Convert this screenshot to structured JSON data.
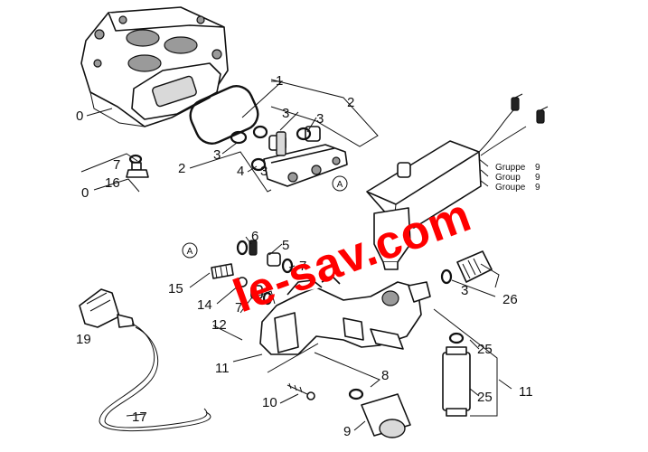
{
  "watermark": "le-sav.com",
  "circle_label": "A",
  "group_labels": [
    {
      "text": "Gruppe",
      "num": "9"
    },
    {
      "text": "Group",
      "num": "9"
    },
    {
      "text": "Groupe",
      "num": "9"
    }
  ],
  "callouts": {
    "c0a": "0",
    "c0b": "0",
    "c1": "1",
    "c2a": "2",
    "c2b": "2",
    "c3a": "3",
    "c3b": "3",
    "c3c": "3",
    "c3d": "3",
    "c4": "4",
    "c16": "16",
    "c7a": "7",
    "c6": "6",
    "c5": "5",
    "c7b": "7",
    "c15": "15",
    "c14": "14",
    "c7c": "7",
    "c12": "12",
    "c11a": "11",
    "c3e": "3",
    "c26": "26",
    "c19": "19",
    "c25a": "25",
    "c25b": "25",
    "c11b": "11",
    "c8": "8",
    "c10": "10",
    "c17": "17",
    "c9": "9"
  }
}
